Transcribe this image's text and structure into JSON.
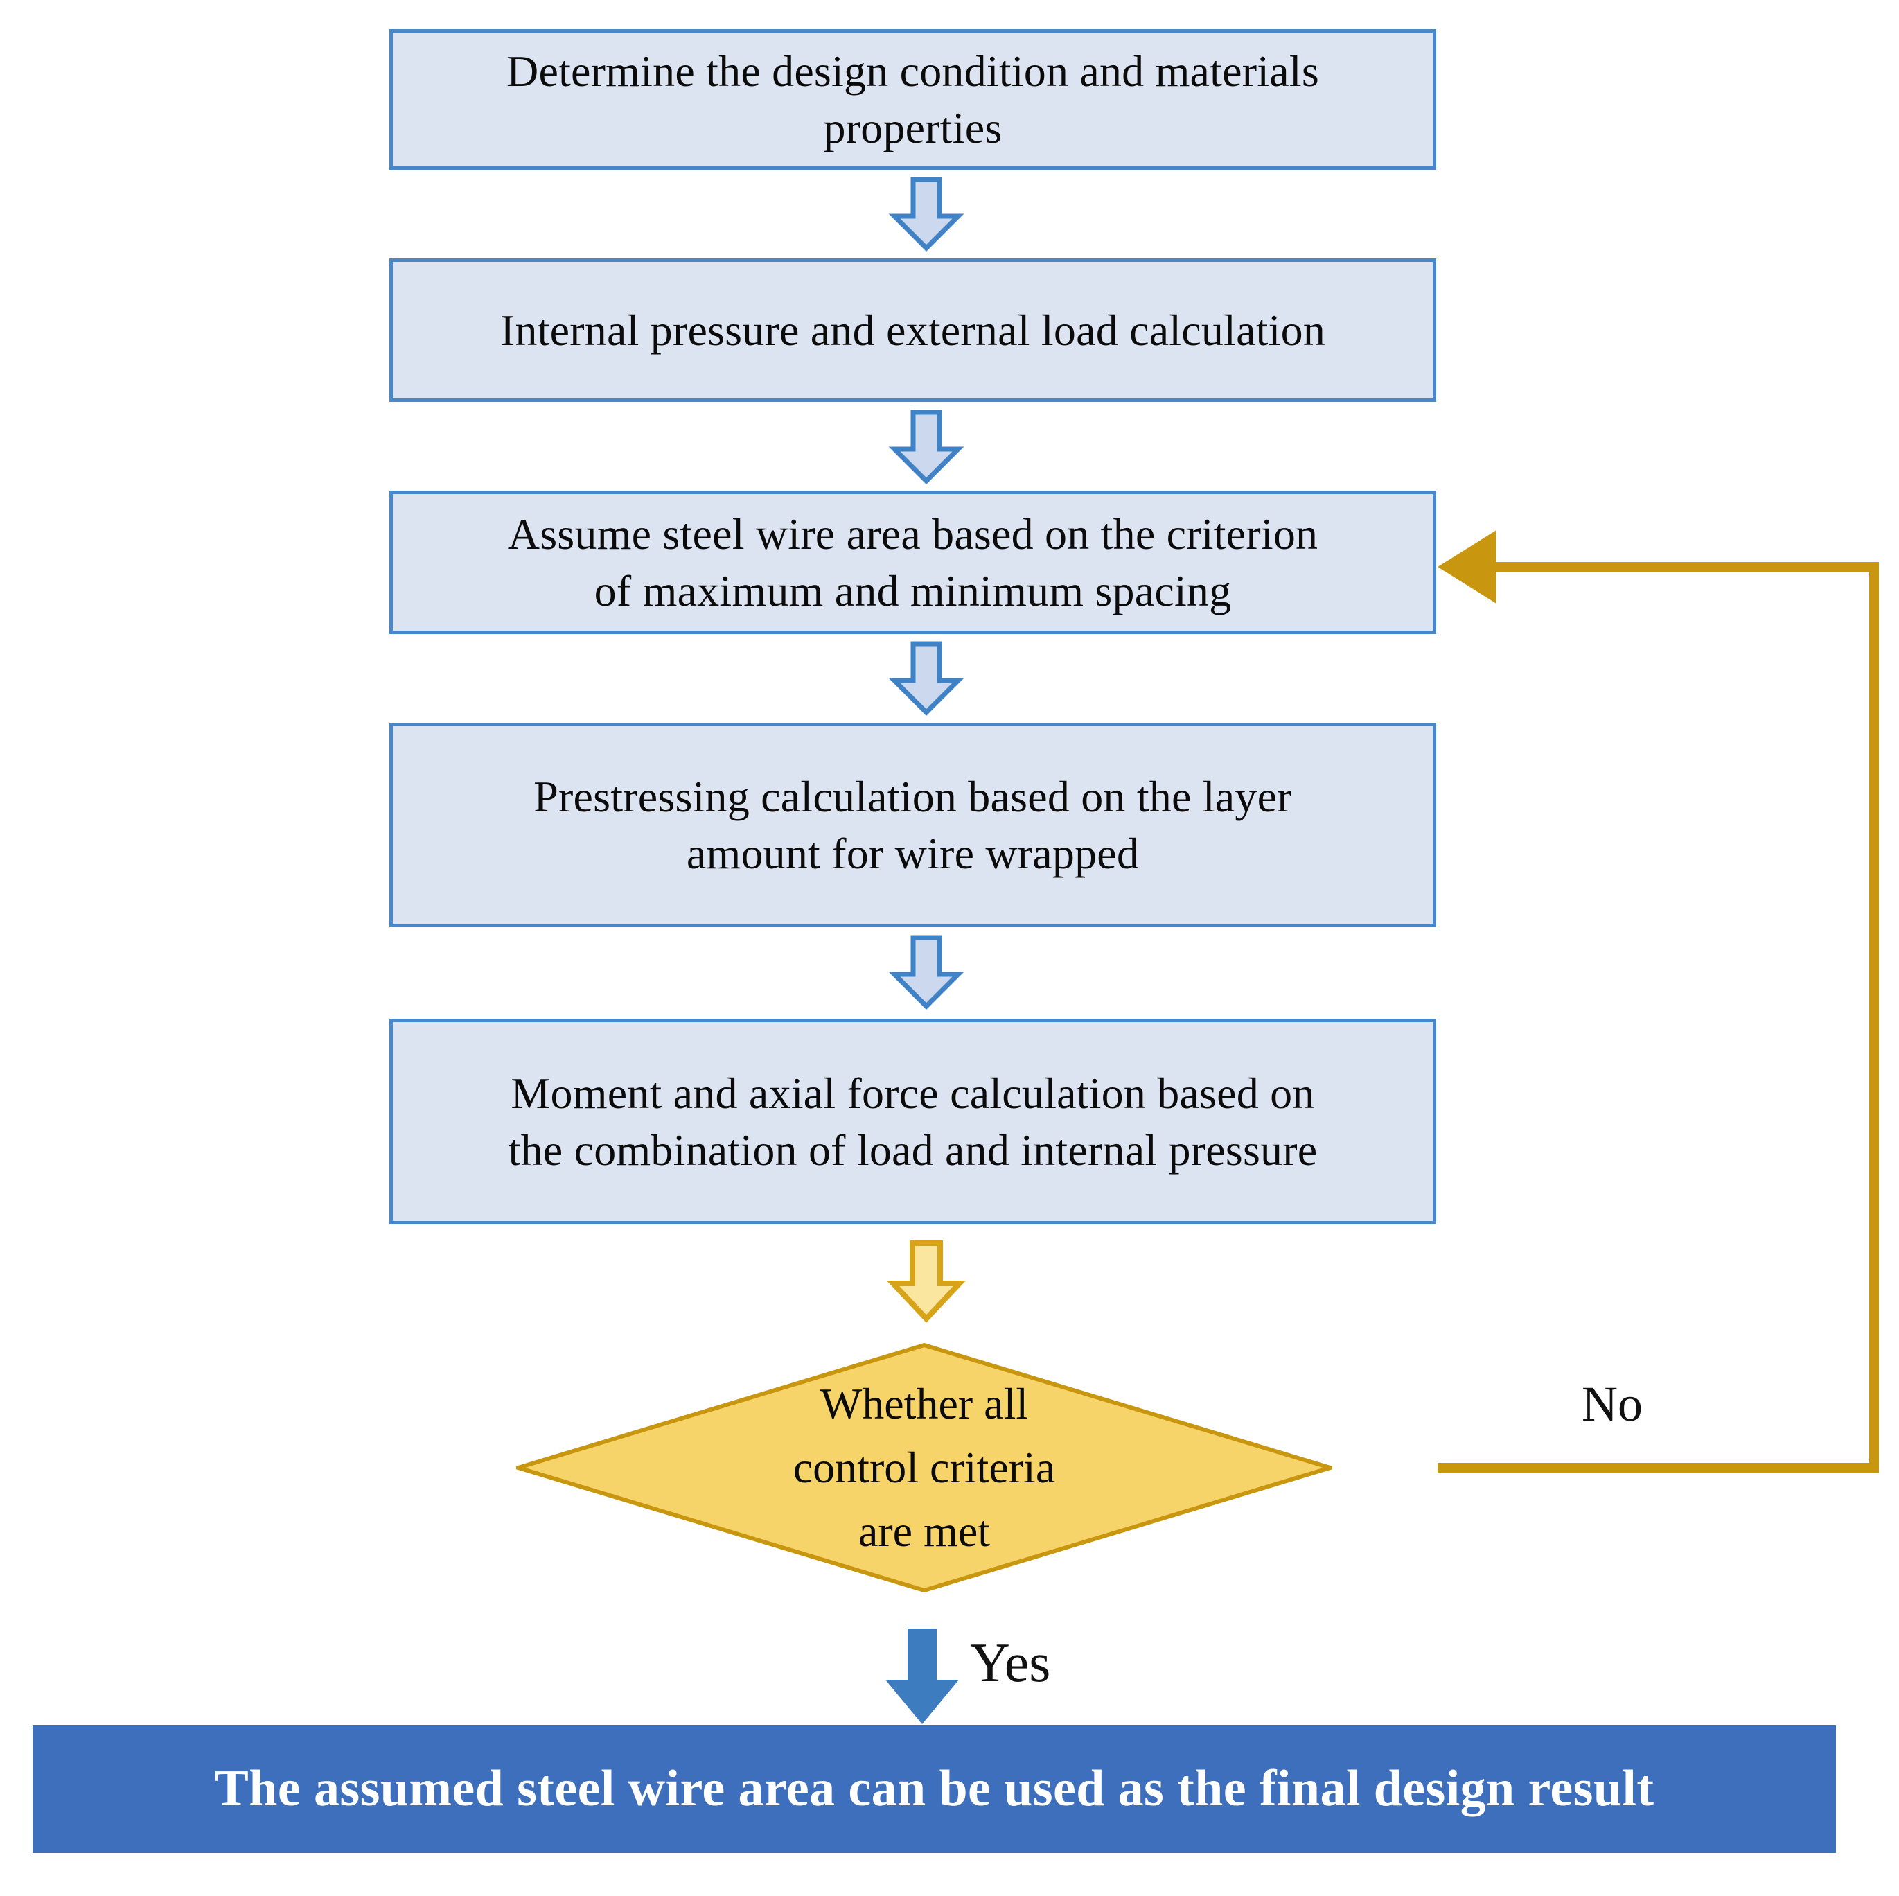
{
  "diagram": {
    "type": "flowchart",
    "title_text": "",
    "orientation": "top-to-bottom",
    "colors": {
      "process_fill": "#dde4f1",
      "process_border": "#4a87c8",
      "decision_fill": "#f7d469",
      "decision_border": "#c8960f",
      "terminal_fill": "#3e6fbd",
      "terminal_text": "#ffffff",
      "blue_arrow_fill": "#ccd8ee",
      "blue_arrow_border": "#3f83c6",
      "yellow_arrow_fill": "#fbe6a0",
      "yellow_arrow_border": "#d6a319",
      "solid_blue_arrow": "#3e7cc0",
      "feedback_line": "#c8960f",
      "text": "#0b0b0b",
      "background": "#ffffff"
    },
    "steps": [
      {
        "id": "step-1",
        "shape": "process",
        "line1": "Determine the design condition and materials",
        "line2": "properties"
      },
      {
        "id": "step-2",
        "shape": "process",
        "line1": "Internal pressure and external load calculation",
        "line2": ""
      },
      {
        "id": "step-3",
        "shape": "process",
        "line1": "Assume steel wire area based on the criterion",
        "line2": "of maximum and minimum spacing"
      },
      {
        "id": "step-4",
        "shape": "process",
        "line1": "Prestressing calculation based on the layer",
        "line2": "amount for wire wrapped"
      },
      {
        "id": "step-5",
        "shape": "process",
        "line1": "Moment and axial force calculation based on",
        "line2": "the combination of load and internal pressure"
      }
    ],
    "decision": {
      "id": "decision-1",
      "shape": "diamond",
      "line1": "Whether all",
      "line2": "control criteria",
      "line3": "are met"
    },
    "terminal": {
      "id": "terminal-1",
      "shape": "bar",
      "text": "The assumed steel wire area can be used as the final design result"
    },
    "edges": [
      {
        "id": "edge-1-2",
        "from": "step-1",
        "to": "step-2",
        "style": "block-arrow-blue",
        "label": ""
      },
      {
        "id": "edge-2-3",
        "from": "step-2",
        "to": "step-3",
        "style": "block-arrow-blue",
        "label": ""
      },
      {
        "id": "edge-3-4",
        "from": "step-3",
        "to": "step-4",
        "style": "block-arrow-blue",
        "label": ""
      },
      {
        "id": "edge-4-5",
        "from": "step-4",
        "to": "step-5",
        "style": "block-arrow-blue",
        "label": ""
      },
      {
        "id": "edge-5-decision",
        "from": "step-5",
        "to": "decision-1",
        "style": "block-arrow-yellow",
        "label": ""
      },
      {
        "id": "edge-decision-no",
        "from": "decision-1",
        "to": "step-3",
        "style": "elbow-line-gold",
        "label": "No"
      },
      {
        "id": "edge-decision-yes",
        "from": "decision-1",
        "to": "terminal-1",
        "style": "solid-arrow-blue",
        "label": "Yes"
      }
    ],
    "labels": {
      "no": "No",
      "yes": "Yes"
    },
    "icons": {
      "down_arrow": "down-block-arrow-icon",
      "left_arrow_head": "left-arrowhead-icon",
      "solid_down_arrow": "solid-down-arrow-icon"
    }
  }
}
